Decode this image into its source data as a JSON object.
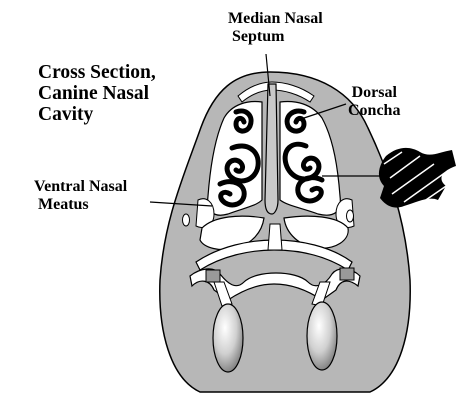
{
  "title": {
    "line1": "Cross Section,",
    "line2": "Canine Nasal",
    "line3": "Cavity"
  },
  "labels": {
    "septum": {
      "line1": "Median Nasal",
      "line2": "Septum"
    },
    "dorsal_concha": {
      "line1": "Dorsal",
      "line2": "Concha"
    },
    "ventral_meatus": {
      "line1": "Ventral Nasal",
      "line2": "Meatus"
    }
  },
  "colors": {
    "tissue": "#b7b7b7",
    "cavity": "#ffffff",
    "outline": "#000000",
    "scribble": "#000000"
  },
  "icons": {
    "redaction": "scribble-redaction-mark",
    "dorsal_concha": "scroll-coil",
    "ventral_concha": "scroll-coil"
  }
}
